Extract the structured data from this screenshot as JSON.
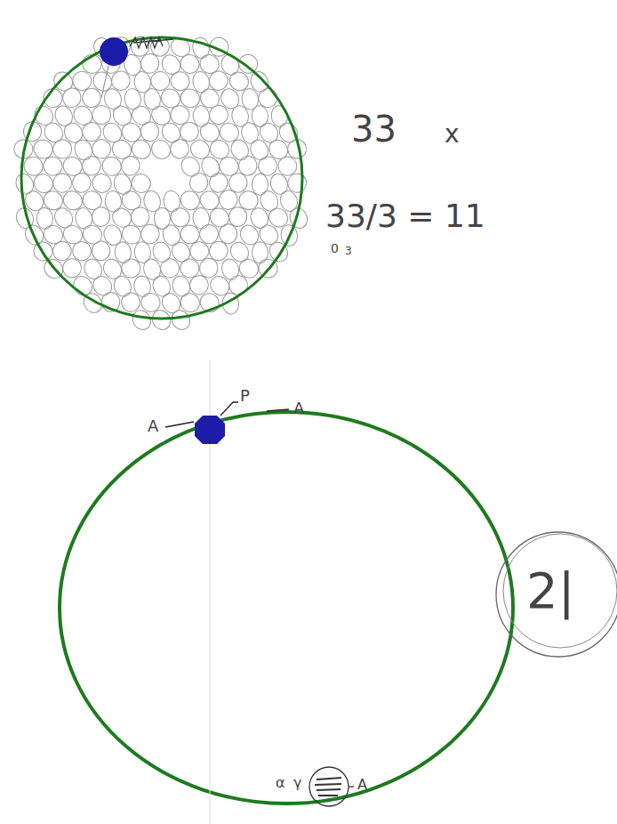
{
  "diagram": {
    "labels": [
      "33",
      "x",
      "33/3 = 11",
      "0",
      "3",
      "A",
      "P",
      "A",
      "α",
      "γ",
      "A",
      "2|"
    ]
  }
}
